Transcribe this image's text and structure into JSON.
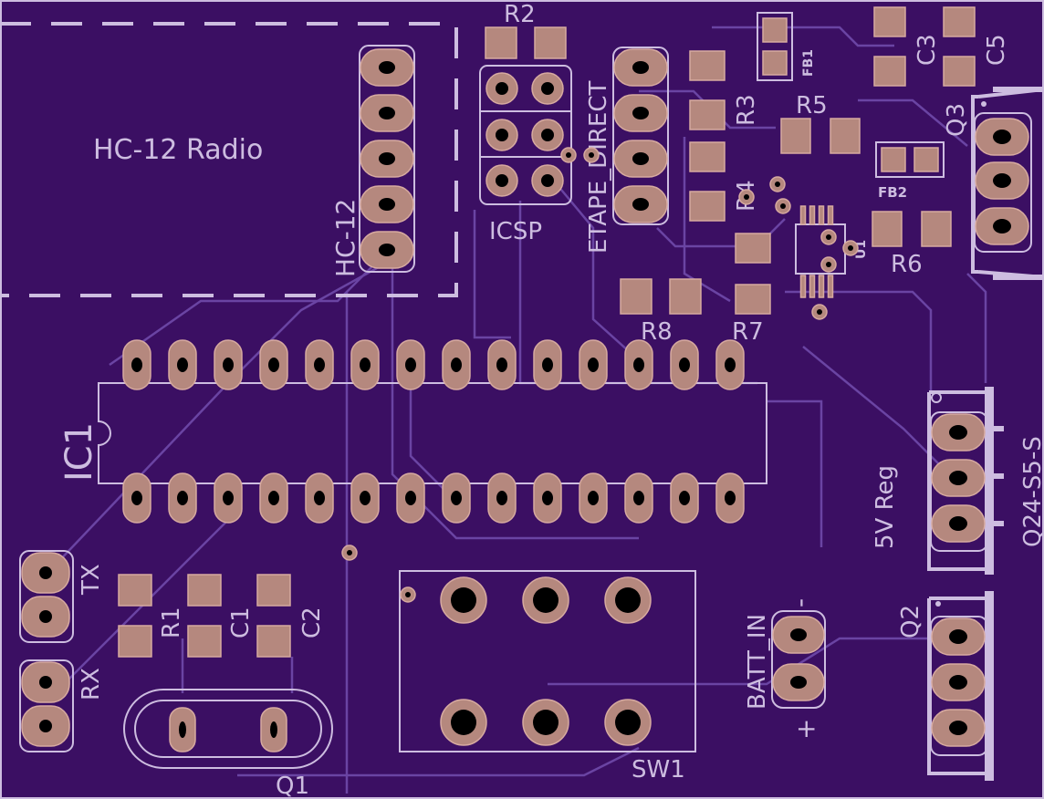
{
  "board": {
    "background": "#3b0f63",
    "silkscreen_color": "#cdbde0",
    "copper_color": "#b5887e",
    "trace_color": "#6a44a3"
  },
  "labels": {
    "hc12_radio": "HC-12 Radio",
    "hc12": "HC-12",
    "r2": "R2",
    "icsp": "ICSP",
    "etape_direct": "ETAPE_DIRECT",
    "r3": "R3",
    "r4": "R4",
    "r5": "R5",
    "r6": "R6",
    "r7": "R7",
    "r8": "R8",
    "fb1": "FB1",
    "fb2": "FB2",
    "u1": "U1",
    "c3": "C3",
    "c5": "C5",
    "q3": "Q3",
    "ic1": "IC1",
    "reg_5v": "5V Reg",
    "q24": "Q24-S5-S",
    "q2": "Q2",
    "tx": "TX",
    "rx": "RX",
    "r1": "R1",
    "c1": "C1",
    "c2": "C2",
    "q1": "Q1",
    "sw1": "SW1",
    "batt_in": "BATT_IN",
    "minus": "-",
    "plus": "+"
  }
}
